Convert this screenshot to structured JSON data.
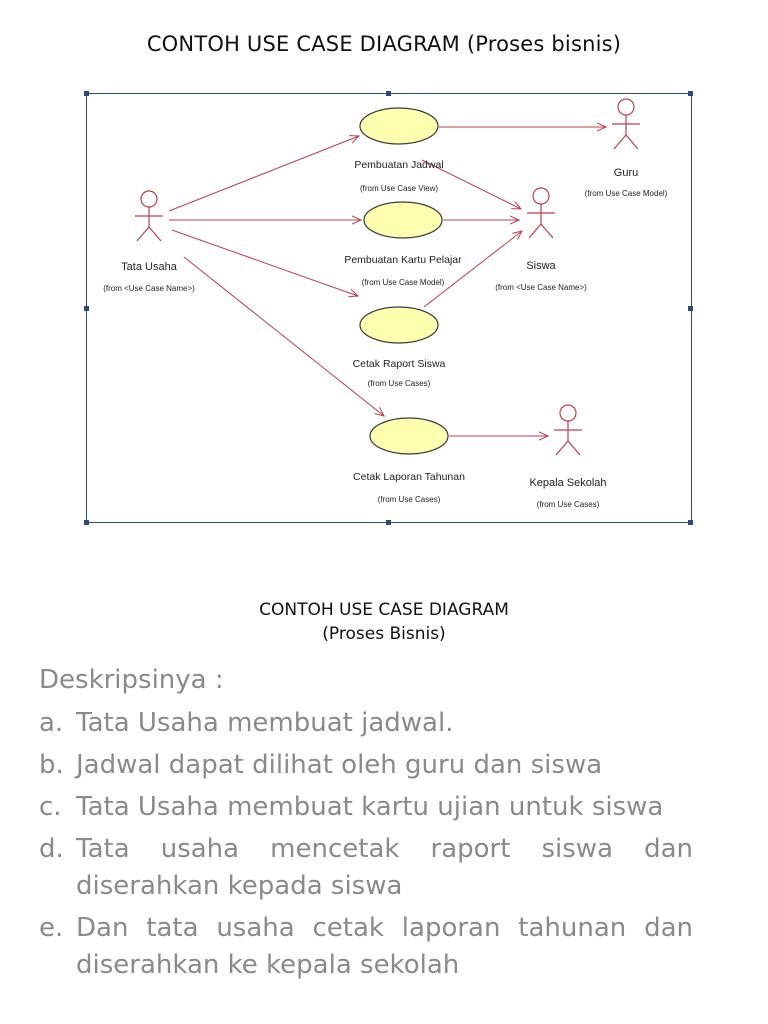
{
  "page_title": "CONTOH USE CASE DIAGRAM (Proses bisnis)",
  "diagram": {
    "actors": [
      {
        "id": "tata-usaha",
        "name": "Tata Usaha",
        "note": "(from <Use Case Name>)"
      },
      {
        "id": "guru",
        "name": "Guru",
        "note": "(from Use Case Model)"
      },
      {
        "id": "siswa",
        "name": "Siswa",
        "note": "(from <Use Case Name>)"
      },
      {
        "id": "kepala-sekolah",
        "name": "Kepala Sekolah",
        "note": "(from Use Cases)"
      }
    ],
    "use_cases": [
      {
        "id": "pembuatan-jadwal",
        "name": "Pembuatan Jadwal",
        "note": "(from Use Case View)"
      },
      {
        "id": "pembuatan-kartu-pelajar",
        "name": "Pembuatan Kartu Pelajar",
        "note": "(from Use Case Model)"
      },
      {
        "id": "cetak-raport-siswa",
        "name": "Cetak Raport Siswa",
        "note": "(from Use Cases)"
      },
      {
        "id": "cetak-laporan-tahunan",
        "name": "Cetak Laporan Tahunan",
        "note": "(from Use Cases)"
      }
    ],
    "associations": [
      {
        "from": "tata-usaha",
        "to": "pembuatan-jadwal"
      },
      {
        "from": "tata-usaha",
        "to": "pembuatan-kartu-pelajar"
      },
      {
        "from": "tata-usaha",
        "to": "cetak-raport-siswa"
      },
      {
        "from": "tata-usaha",
        "to": "cetak-laporan-tahunan"
      },
      {
        "from": "pembuatan-jadwal",
        "to": "guru"
      },
      {
        "from": "pembuatan-jadwal",
        "to": "siswa"
      },
      {
        "from": "pembuatan-kartu-pelajar",
        "to": "siswa"
      },
      {
        "from": "cetak-raport-siswa",
        "to": "siswa"
      },
      {
        "from": "cetak-laporan-tahunan",
        "to": "kepala-sekolah"
      }
    ],
    "colors": {
      "line": "#b8404f",
      "ellipse_fill": "#ffffb0",
      "ellipse_stroke": "#3a3a3a",
      "actor": "#b8404f",
      "frame": "#2f4a7a"
    }
  },
  "caption": {
    "line1": "CONTOH USE CASE DIAGRAM",
    "line2": "(Proses Bisnis)"
  },
  "description": {
    "heading": "Deskripsinya :",
    "items": [
      {
        "letter": "a.",
        "text": "Tata Usaha membuat jadwal."
      },
      {
        "letter": "b.",
        "text": "Jadwal dapat dilihat oleh guru dan siswa"
      },
      {
        "letter": "c.",
        "text": "Tata Usaha membuat kartu ujian untuk siswa"
      },
      {
        "letter": "d.",
        "text": "Tata  usaha mencetak raport siswa dan diserahkan kepada siswa"
      },
      {
        "letter": "e.",
        "text": "Dan tata usaha cetak laporan tahunan dan diserahkan ke kepala sekolah"
      }
    ]
  }
}
